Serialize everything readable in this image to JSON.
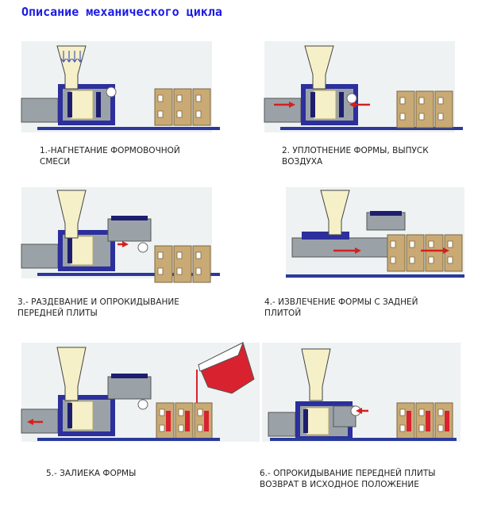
{
  "title": "Описание механического цикла",
  "captions": [
    {
      "lines": [
        "1.-НАГНЕТАНИЕ ФОРМОВОЧНОЙ",
        "СМЕСИ"
      ]
    },
    {
      "lines": [
        "2.  УПЛОТНЕНИЕ ФОРМЫ, ВЫПУСК",
        "ВОЗДУХА"
      ]
    },
    {
      "lines": [
        "3.- РАЗДЕВАНИЕ И ОПРОКИДЫВАНИЕ",
        "ПЕРЕДНЕЙ ПЛИТЫ"
      ]
    },
    {
      "lines": [
        "4.- ИЗВЛЕЧЕНИЕ ФОРМЫ С ЗАДНЕЙ",
        "ПЛИТОЙ"
      ]
    },
    {
      "lines": [
        "5.- ЗАЛИЕКА ФОРМЫ"
      ]
    },
    {
      "lines": [
        "6.- ОПРОКИДЫВАНИЕ ПЕРЕДНЕЙ ПЛИТЫ",
        "ВОЗВРАТ В ИСХОДНОЕ ПОЛОЖЕНИЕ"
      ]
    }
  ],
  "colors": {
    "title": "#1a1ae6",
    "panel": "#eef2f3",
    "machine": "#9aa2a8",
    "frame": "#2c2f9c",
    "sand": "#f6f0c8",
    "mold": "#c9aa74",
    "plate": "#1e1e6e",
    "arrow": "#d42020",
    "metal": "#d8222f",
    "rail": "#2a3a9a"
  }
}
